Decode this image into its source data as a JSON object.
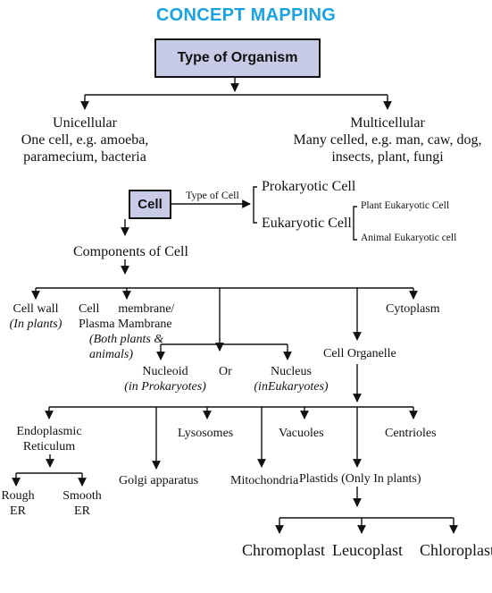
{
  "title": "CONCEPT MAPPING",
  "root": "Type of Organism",
  "unicellular": {
    "heading": "Unicellular",
    "line1": "One cell, e.g. amoeba,",
    "line2": "paramecium, bacteria"
  },
  "multicellular": {
    "heading": "Multicellular",
    "line1": "Many celled, e.g. man, caw, dog,",
    "line2": "insects, plant, fungi"
  },
  "cell": {
    "label": "Cell",
    "type_label": "Type of Cell",
    "prokaryotic": "Prokaryotic Cell",
    "eukaryotic": "Eukaryotic Cell",
    "plant_eukaryotic": "Plant Eukaryotic Cell",
    "animal_eukaryotic": "Animal Eukaryotic cell",
    "components": "Components of Cell"
  },
  "components": {
    "cell_wall": "Cell wall",
    "cell_wall_note": "(In plants)",
    "membrane_line1": "Cell      membrane/",
    "membrane_line2": "Plasma Mambrane",
    "membrane_note1": "(Both plants &",
    "membrane_note2": "animals)",
    "cytoplasm": "Cytoplasm",
    "cell_organelle": "Cell Organelle",
    "nucleoid": "Nucleoid",
    "nucleoid_note": "(in Prokaryotes)",
    "or": "Or",
    "nucleus": "Nucleus",
    "nucleus_note": "(inEukaryotes)"
  },
  "organelles": {
    "er_line1": "Endoplasmic",
    "er_line2": "Reticulum",
    "rough_line1": "Rough",
    "rough_line2": "ER",
    "smooth_line1": "Smooth",
    "smooth_line2": "ER",
    "golgi": "Golgi apparatus",
    "lysosomes": "Lysosomes",
    "mitochondria": "Mitochondria",
    "vacuoles": "Vacuoles",
    "plastids": "Plastids (Only In plants)",
    "centrioles": "Centrioles"
  },
  "plastid_types": {
    "chromoplast": "Chromoplast",
    "leucoplast": "Leucoplast",
    "chloroplast": "Chloroplast"
  }
}
